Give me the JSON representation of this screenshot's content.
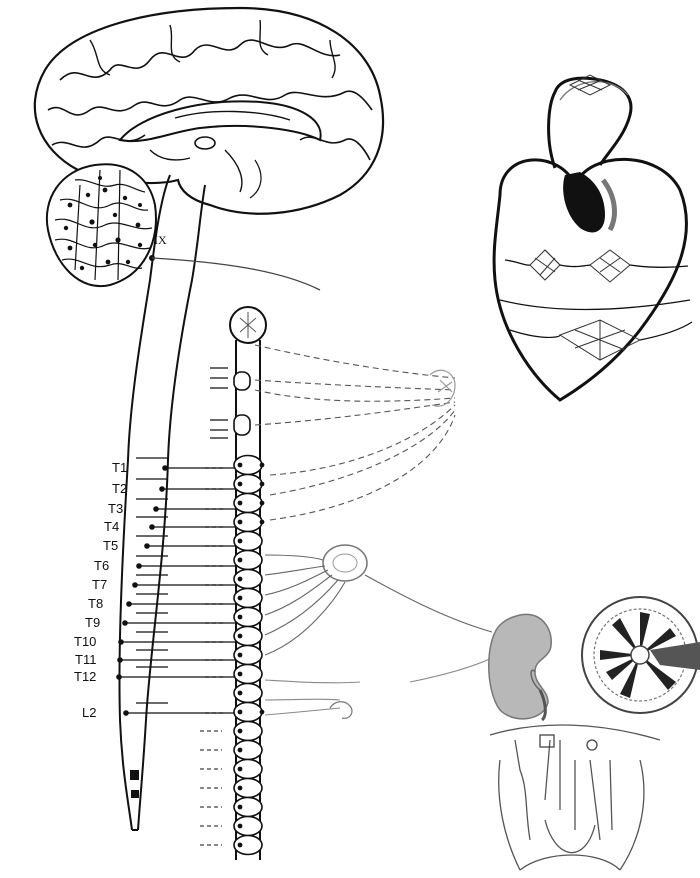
{
  "labels": {
    "cranial_nerve": "IX",
    "segments": [
      "T1",
      "T2",
      "T3",
      "T4",
      "T5",
      "T6",
      "T7",
      "T8",
      "T9",
      "T10",
      "T11",
      "T12",
      "L2"
    ]
  },
  "colors": {
    "ink": "#111111",
    "fiber": "#555555",
    "kidney": "#b8b8b8",
    "paper": "#ffffff"
  },
  "icons": [
    "brain-icon",
    "cerebellum-icon",
    "heart-icon",
    "kidney-icon",
    "kidney-section-icon",
    "adrenal-gland-icon",
    "lung-icon"
  ]
}
